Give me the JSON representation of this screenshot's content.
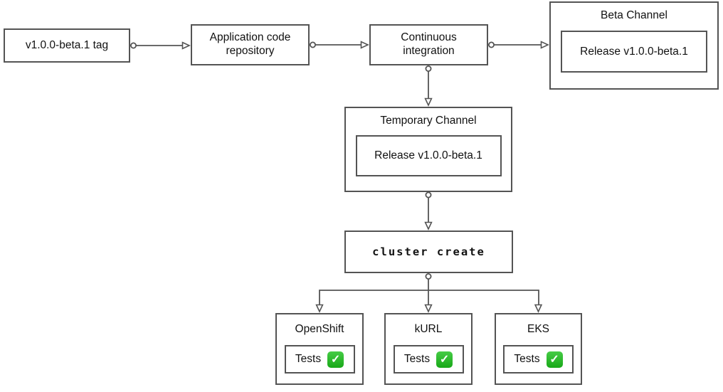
{
  "diagram": {
    "background_color": "#ffffff",
    "stroke_color": "#545454",
    "text_color": "#111111",
    "nodes": {
      "tag": {
        "label": "v1.0.0-beta.1 tag"
      },
      "repo": {
        "label": "Application code repository"
      },
      "ci": {
        "label": "Continuous integration"
      },
      "beta_channel": {
        "title": "Beta Channel",
        "release_label": "Release v1.0.0-beta.1"
      },
      "temporary_channel": {
        "title": "Temporary Channel",
        "release_label": "Release v1.0.0-beta.1"
      },
      "cluster_create": {
        "label": "cluster create"
      },
      "clusters": [
        {
          "id": "openshift",
          "title": "OpenShift",
          "tests_label": "Tests",
          "tests_status": "passed"
        },
        {
          "id": "kurl",
          "title": "kURL",
          "tests_label": "Tests",
          "tests_status": "passed"
        },
        {
          "id": "eks",
          "title": "EKS",
          "tests_label": "Tests",
          "tests_status": "passed"
        }
      ]
    },
    "icons": {
      "tests_check": {
        "name": "check-mark-button-icon",
        "glyph": "✓",
        "background": "#23b223",
        "mark_color": "#ffffff"
      }
    },
    "edges": [
      "tag -> repo",
      "repo -> ci",
      "ci -> beta_channel",
      "ci -> temporary_channel",
      "temporary_channel -> cluster_create",
      "cluster_create -> openshift",
      "cluster_create -> kurl",
      "cluster_create -> eks"
    ]
  }
}
